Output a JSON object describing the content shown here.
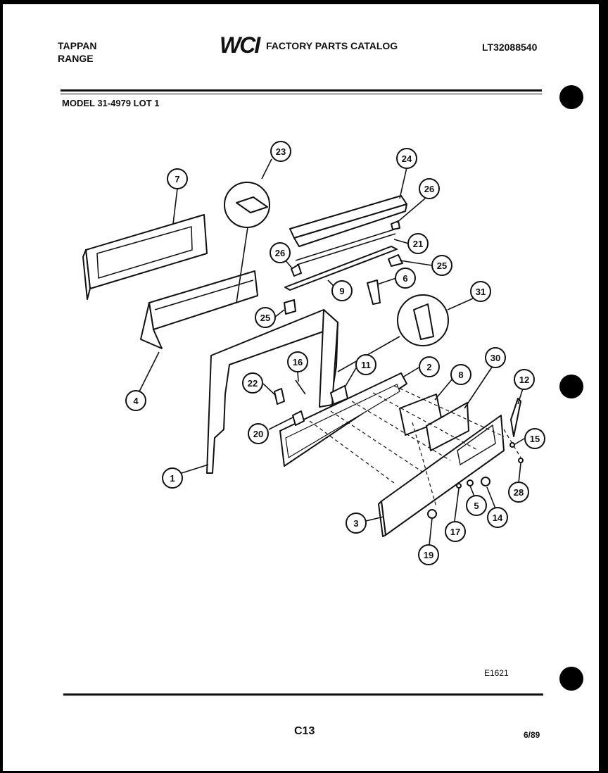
{
  "header": {
    "brand_line1": "TAPPAN",
    "brand_line2": "RANGE",
    "logo_text": "WCI",
    "catalog_title": "FACTORY PARTS CATALOG",
    "catalog_number": "LT32088540",
    "model": "MODEL 31-4979 LOT 1"
  },
  "footer": {
    "figure_code": "E1621",
    "page_code": "C13",
    "date": "6/89"
  },
  "diagram": {
    "callouts": [
      "1",
      "2",
      "3",
      "4",
      "5",
      "6",
      "7",
      "8",
      "9",
      "11",
      "12",
      "14",
      "15",
      "16",
      "17",
      "19",
      "20",
      "21",
      "22",
      "23",
      "24",
      "25",
      "25",
      "26",
      "26",
      "28",
      "30",
      "31"
    ]
  },
  "colors": {
    "ink": "#111111",
    "paper": "#ffffff",
    "background": "#000000"
  }
}
